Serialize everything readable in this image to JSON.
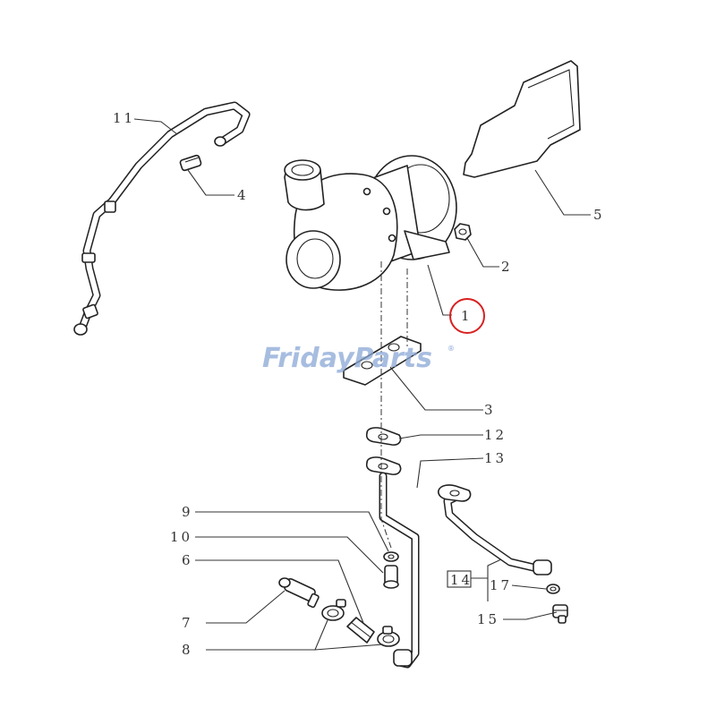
{
  "diagram": {
    "watermark": {
      "text": "FridayParts",
      "symbol": "®"
    },
    "highlighted_callout": "1",
    "callouts": {
      "c1": "1",
      "c2": "2",
      "c3": "3",
      "c4": "4",
      "c5": "5",
      "c6": "6",
      "c7": "7",
      "c8": "8",
      "c9": "9",
      "c10": "10",
      "c11": "11",
      "c12": "12",
      "c13": "13",
      "c14": "14",
      "c15": "15",
      "c17": "17"
    },
    "colors": {
      "highlight": "#d82020",
      "watermark": "#8aa7d6",
      "ink": "#222222"
    }
  }
}
